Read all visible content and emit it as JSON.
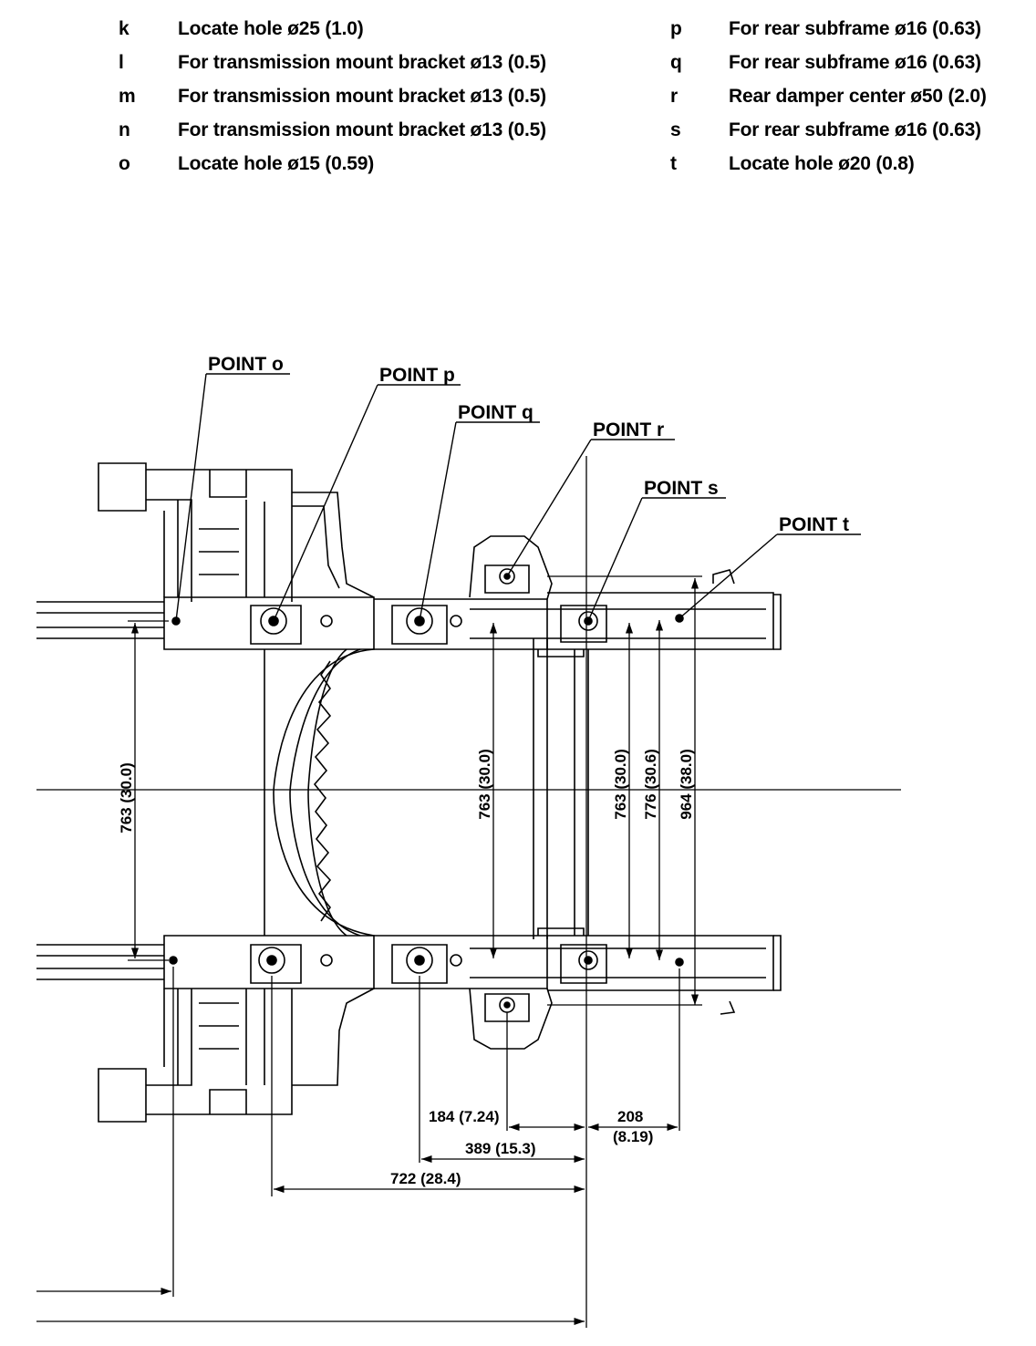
{
  "legend": {
    "left": [
      {
        "key": "k",
        "desc": "Locate hole ø25 (1.0)"
      },
      {
        "key": "l",
        "desc": "For transmission mount bracket ø13 (0.5)"
      },
      {
        "key": "m",
        "desc": "For transmission mount bracket ø13 (0.5)"
      },
      {
        "key": "n",
        "desc": "For transmission mount bracket ø13 (0.5)"
      },
      {
        "key": "o",
        "desc": "Locate hole ø15 (0.59)"
      }
    ],
    "right": [
      {
        "key": "p",
        "desc": "For rear subframe ø16 (0.63)"
      },
      {
        "key": "q",
        "desc": "For rear subframe ø16 (0.63)"
      },
      {
        "key": "r",
        "desc": "Rear damper center ø50 (2.0)"
      },
      {
        "key": "s",
        "desc": "For rear subframe ø16 (0.63)"
      },
      {
        "key": "t",
        "desc": "Locate hole ø20 (0.8)"
      }
    ]
  },
  "points": {
    "o": "POINT o",
    "p": "POINT p",
    "q": "POINT q",
    "r": "POINT r",
    "s": "POINT s",
    "t": "POINT t"
  },
  "dimensions": {
    "vertical": {
      "d763_left": "763 (30.0)",
      "d763_mid": "763 (30.0)",
      "d763_right": "763 (30.0)",
      "d776": "776 (30.6)",
      "d964": "964 (38.0)"
    },
    "horizontal": {
      "d184": "184 (7.24)",
      "d208_a": "208",
      "d208_b": "(8.19)",
      "d389": "389 (15.3)",
      "d722": "722 (28.4)"
    }
  }
}
